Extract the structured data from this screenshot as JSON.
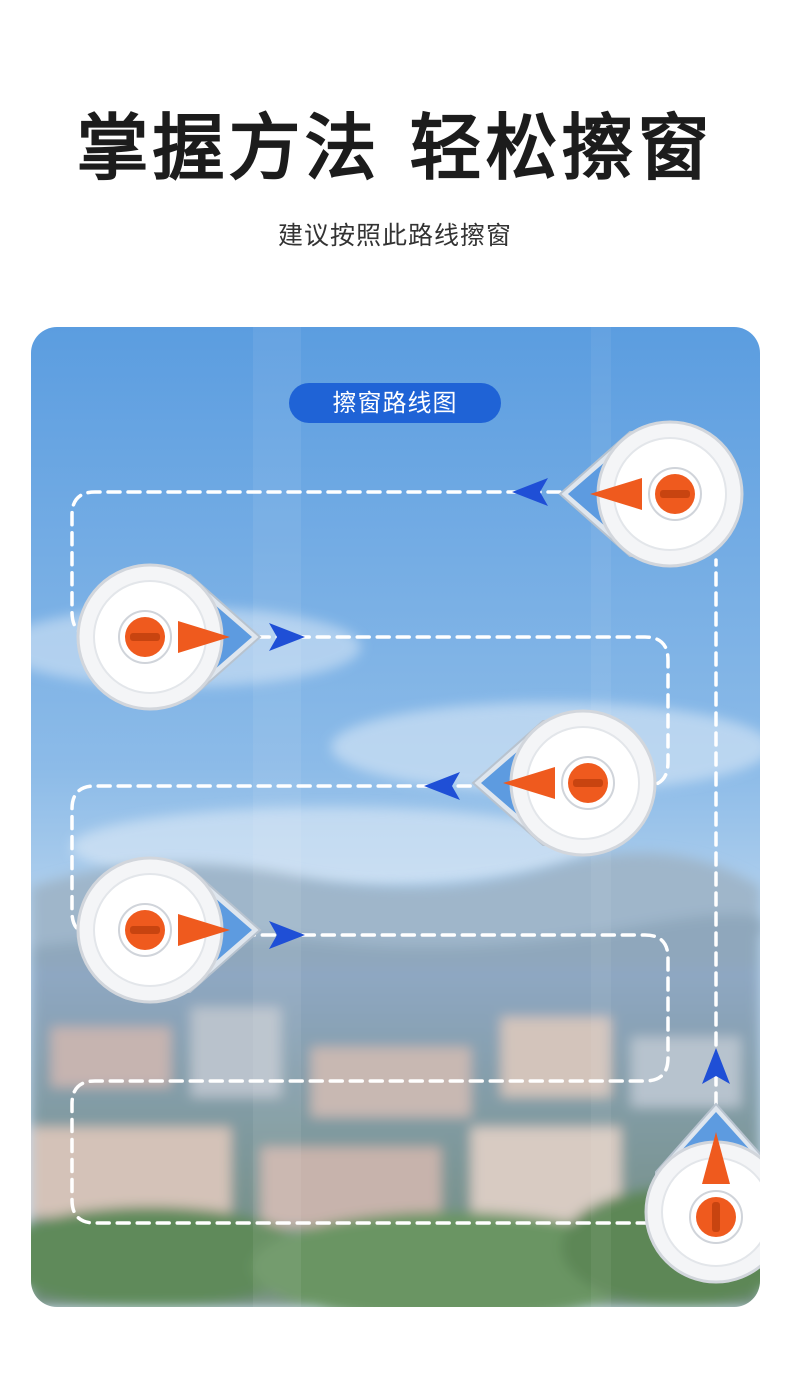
{
  "page": {
    "title": "掌握方法 轻松擦窗",
    "subtitle": "建议按照此路线擦窗"
  },
  "panel": {
    "badge_label": "擦窗路线图"
  },
  "colors": {
    "badge": "#1f63d6",
    "arrow": "#1f4fd6",
    "route": "#ffffff",
    "device_knob": "#ef5a1e",
    "sky_top": "#5d9fe0",
    "sky_bottom": "#b9d5ee"
  },
  "icons": {
    "route_arrow": "triangle-arrow-icon",
    "cleaner": "window-cleaner-device-icon"
  }
}
